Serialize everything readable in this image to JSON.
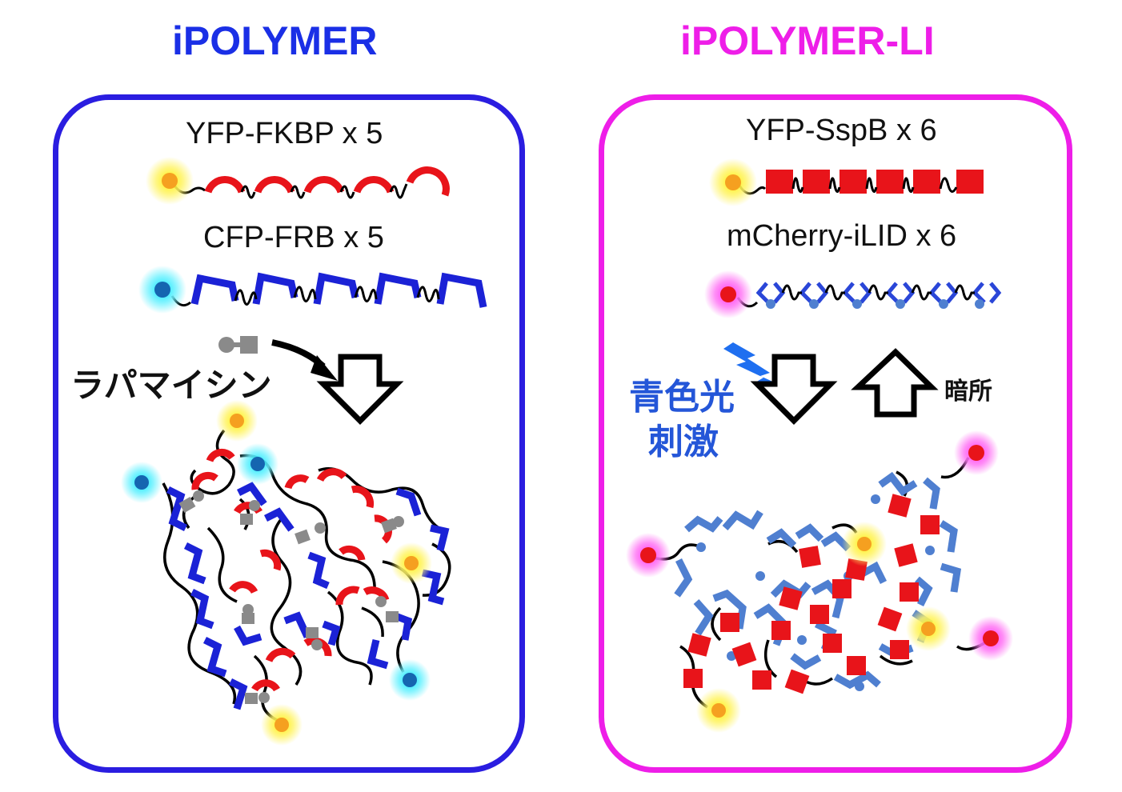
{
  "left": {
    "title": "iPOLYMER",
    "label_1": "YFP-FKBP x 5",
    "label_2": "CFP-FRB x 5",
    "drug": "ラパマイシン"
  },
  "right": {
    "title": "iPOLYMER-LI",
    "label_1": "YFP-SspB x 6",
    "label_2": "mCherry-iLID x 6",
    "light": "青色光",
    "light_2": "刺激",
    "dark": "暗所"
  },
  "colors": {
    "left_accent": "#2a1de0",
    "right_accent": "#ee1ee8",
    "fkbp_red": "#e8141a",
    "frb_blue": "#1b22d6",
    "ilid_blue": "#4f7fd0",
    "yfp_core": "#f5a020",
    "cfp_core": "#1565b0",
    "mcherry_core": "#e8141a",
    "drug_gray": "#8a8a8a"
  },
  "icons": {
    "lightning": "lightning-icon",
    "arrow_down": "hollow-arrow-down-icon",
    "arrow_up": "hollow-arrow-up-icon"
  }
}
